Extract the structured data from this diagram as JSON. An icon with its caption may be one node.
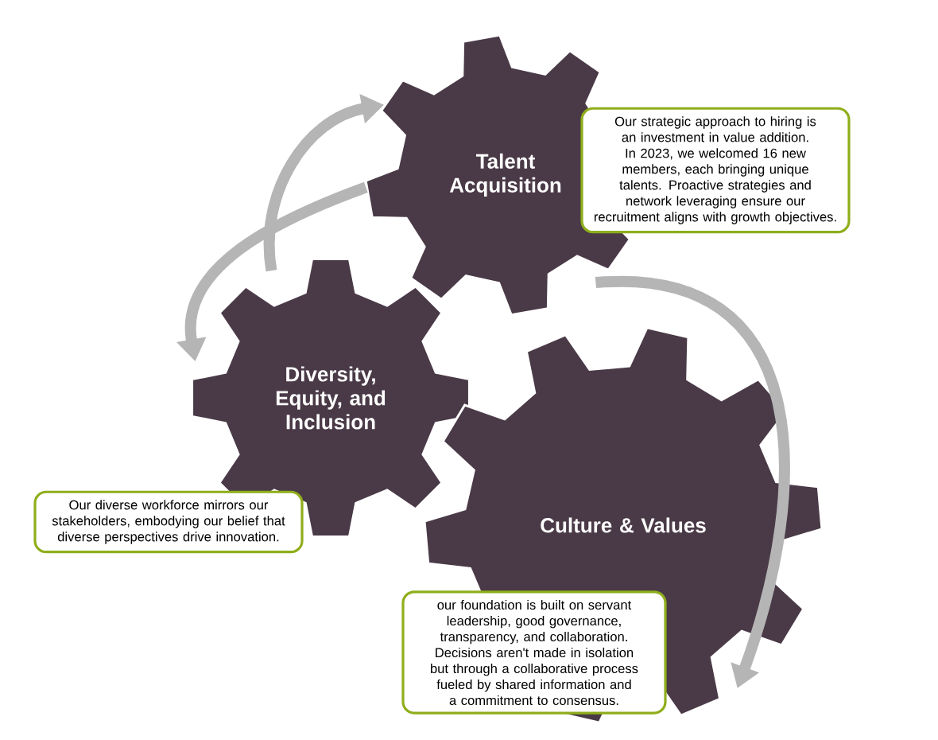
{
  "diagram": {
    "nodes": [
      {
        "text": [
          "Talent Acquisition"
        ]
      },
      {
        "text": [
          "Our strategic approach to hiring is an investment in value addition. In 2023, we welcomed 16 new members, each bringing unique talents. Proactive strategies and network leveraging ensure our recruitment aligns with growth objectives."
        ]
      },
      {
        "text": [
          "Diversity, Equity, and Inclusion"
        ]
      },
      {
        "text": [
          "Our diverse workforce mirrors our stakeholders, embodying our belief that diverse perspectives drive innovation."
        ]
      },
      {
        "text": [
          "Culture & Values"
        ]
      },
      {
        "text": [
          "our foundation is built on servant leadership, good governance, transparency, and collaboration. Decisions aren't made in isolation but through a collaborative process fueled by shared information and a commitment to consensus."
        ]
      }
    ],
    "edges": [
      {
        "from": 2,
        "to": 0,
        "arrow": "to"
      },
      {
        "from": 0,
        "to": 2,
        "arrow": "to"
      },
      {
        "from": 0,
        "to": 4,
        "arrow": "to"
      }
    ]
  }
}
